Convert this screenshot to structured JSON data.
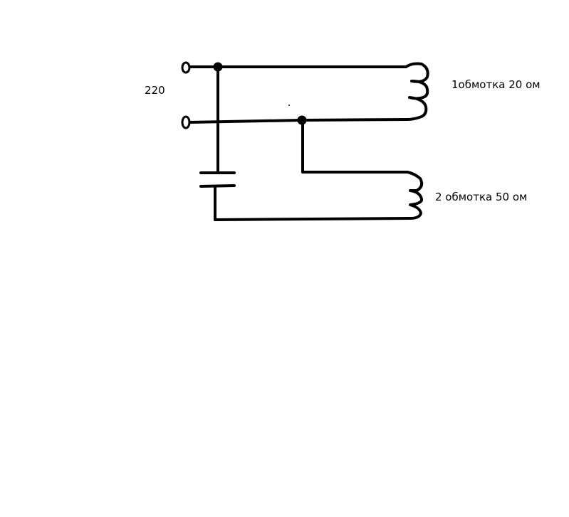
{
  "labels": {
    "voltage": "220",
    "winding_1": "1обмотка 20 ом",
    "winding_2": "2 обмотка 50 ом"
  },
  "colors": {
    "ink": "#000000",
    "background": "#ffffff"
  }
}
